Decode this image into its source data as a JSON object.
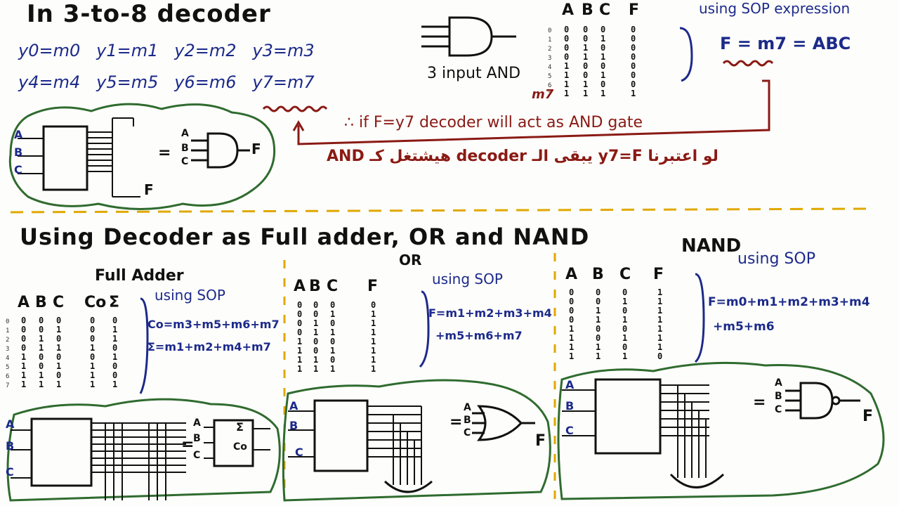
{
  "top": {
    "title": "In 3-to-8 decoder",
    "eq_row1": [
      "y0=m0",
      "y1=m1",
      "y2=m2",
      "y3=m3"
    ],
    "eq_row2": [
      "y4=m4",
      "y5=m5",
      "y6=m6",
      "y7=m7"
    ],
    "and_label": "3 input AND",
    "table_headers": [
      "A",
      "B",
      "C",
      "F"
    ],
    "table_cols": [
      "00001111",
      "00110011",
      "01010101",
      "00000001"
    ],
    "minterm_note": "m7",
    "sop_title": "using SOP expression",
    "sop_expr": "F = m7 = ABC",
    "note_en": "∴ if F=y7   decoder will act as AND gate",
    "note_ar": "لو اعتبرنا y7=F يبقى الـ decoder هيشتغل كـ AND",
    "circuit_pins": [
      "A",
      "B",
      "C"
    ],
    "circuit_out": "F",
    "equals": "="
  },
  "bottom": {
    "title": "Using Decoder as Full adder, OR and NAND",
    "full_adder": {
      "label": "Full Adder",
      "headers": [
        "A",
        "B",
        "C",
        "Co",
        "Σ"
      ],
      "cols": [
        "00001111",
        "00110011",
        "01010101",
        "00010111",
        "01101001"
      ],
      "sop_title": "using SOP",
      "sop1": "Co=m3+m5+m6+m7",
      "sop2": "Σ=m1+m2+m4+m7",
      "pins": [
        "A",
        "B",
        "C"
      ],
      "box_out": [
        "Σ",
        "Co"
      ]
    },
    "or": {
      "label": "OR",
      "headers": [
        "A",
        "B",
        "C",
        "F"
      ],
      "cols": [
        "00001111",
        "00110011",
        "01010101",
        "01111111"
      ],
      "sop_title": "using SOP",
      "sop1": "F=m1+m2+m3+m4",
      "sop2": "+m5+m6+m7",
      "pins": [
        "A",
        "B",
        "C"
      ],
      "out": "F"
    },
    "nand": {
      "label": "NAND",
      "headers": [
        "A",
        "B",
        "C",
        "F"
      ],
      "cols": [
        "00001111",
        "00110011",
        "01010101",
        "11111110"
      ],
      "sop_title": "using SOP",
      "sop1": "F=m0+m1+m2+m3+m4",
      "sop2": "+m5+m6",
      "pins": [
        "A",
        "B",
        "C"
      ],
      "out": "F"
    }
  },
  "colors": {
    "blue": "#1c2a8a",
    "maroon": "#8a1a14",
    "green": "#2f6b2f",
    "yellow": "#e0a800"
  }
}
